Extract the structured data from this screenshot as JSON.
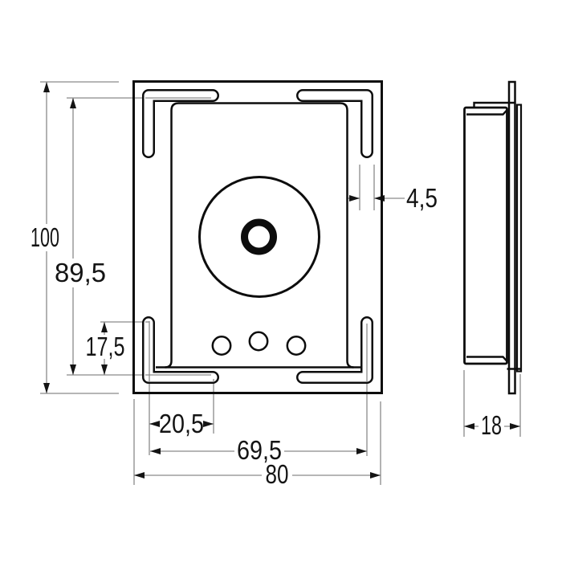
{
  "drawing": {
    "type": "technical-dimension-drawing",
    "colors": {
      "background": "#ffffff",
      "part_line": "#0d0d0d",
      "dimension_line": "#8a8a8a",
      "text": "#141414"
    },
    "dimensions": {
      "height_total": {
        "label": "100"
      },
      "slot_span_vertical": {
        "label": "89,5"
      },
      "slot_offset_vertical": {
        "label": "17,5"
      },
      "slot_span_horizontal_small": {
        "label": "20,5"
      },
      "slot_span_horizontal_large": {
        "label": "69,5"
      },
      "width_total": {
        "label": "80"
      },
      "slot_width": {
        "label": "4,5"
      },
      "depth": {
        "label": "18"
      }
    }
  }
}
